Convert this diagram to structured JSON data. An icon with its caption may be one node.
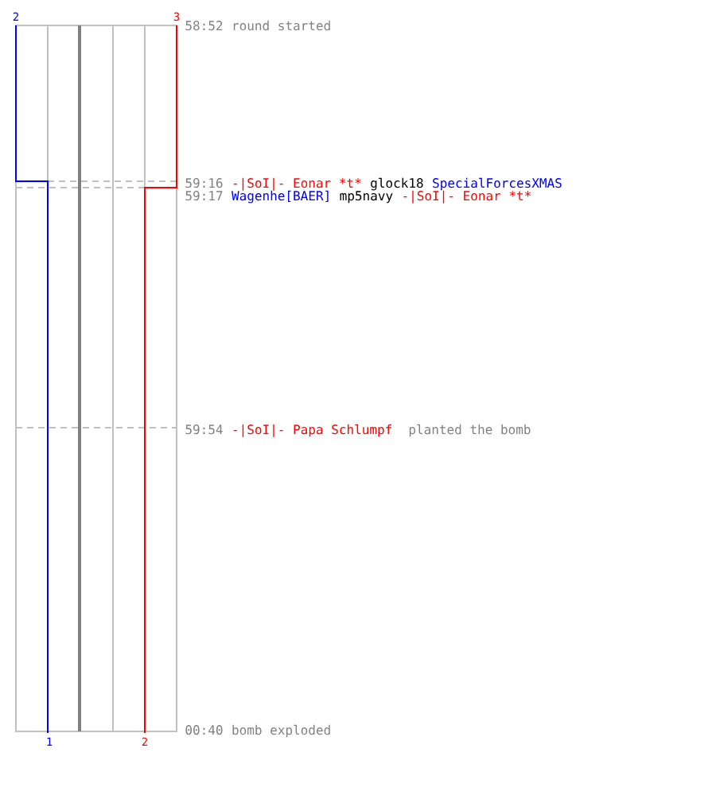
{
  "diagram": {
    "labels": [
      "2",
      "3",
      "58:52",
      "round started",
      "59:16",
      "-|SoI|- Eonar *t",
      "*",
      "glock18",
      "SpecialForcesXMAS",
      "59:17",
      "Wagenhe[BAER]",
      "mp5navy",
      "-|SoI|- Eonar *t",
      "*",
      "59:54",
      "-|SoI|- Papa Schlumpf",
      "planted the bomb",
      "00:40",
      "bomb exploded",
      "1",
      "2"
    ]
  }
}
